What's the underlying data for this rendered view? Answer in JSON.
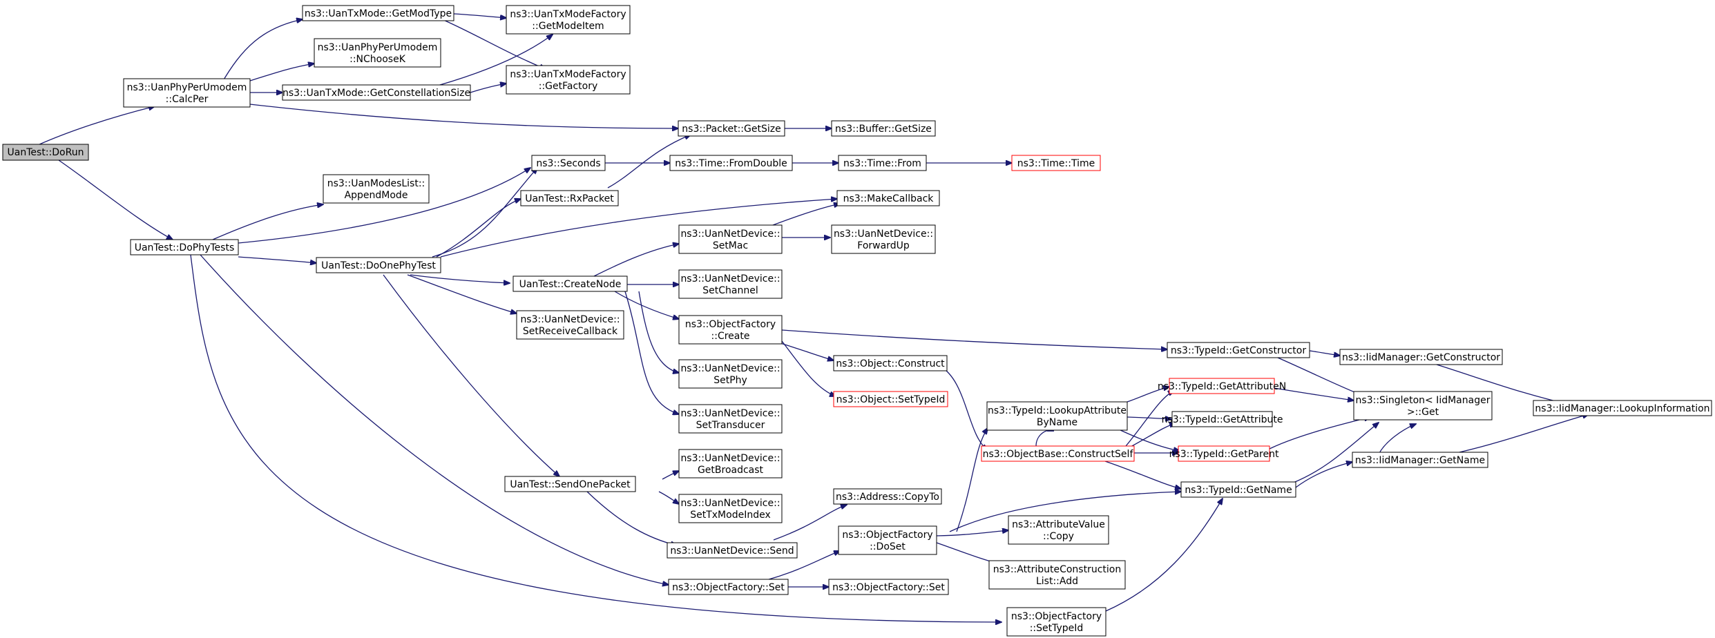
{
  "colors": {
    "edge": "#191970",
    "root_fill": "#bfbfbf",
    "node_border": "#000000",
    "truncated_border": "#ff0000"
  },
  "nodes": [
    {
      "id": "n_dorun",
      "lines": [
        "UanTest::DoRun"
      ],
      "root": true
    },
    {
      "id": "n_calcper",
      "lines": [
        "ns3::UanPhyPerUmodem",
        "::CalcPer"
      ]
    },
    {
      "id": "n_getmodtype",
      "lines": [
        "ns3::UanTxMode::GetModType"
      ]
    },
    {
      "id": "n_nchoosek",
      "lines": [
        "ns3::UanPhyPerUmodem",
        "::NChooseK"
      ]
    },
    {
      "id": "n_getconst",
      "lines": [
        "ns3::UanTxMode::GetConstellationSize"
      ]
    },
    {
      "id": "n_getmodeitem",
      "lines": [
        "ns3::UanTxModeFactory",
        "::GetModeItem"
      ]
    },
    {
      "id": "n_getfactory",
      "lines": [
        "ns3::UanTxModeFactory",
        "::GetFactory"
      ]
    },
    {
      "id": "n_pktgetsize",
      "lines": [
        "ns3::Packet::GetSize"
      ]
    },
    {
      "id": "n_bufgetsize",
      "lines": [
        "ns3::Buffer::GetSize"
      ]
    },
    {
      "id": "n_seconds",
      "lines": [
        "ns3::Seconds"
      ]
    },
    {
      "id": "n_fromdouble",
      "lines": [
        "ns3::Time::FromDouble"
      ]
    },
    {
      "id": "n_timefrom",
      "lines": [
        "ns3::Time::From"
      ]
    },
    {
      "id": "n_timetime",
      "lines": [
        "ns3::Time::Time"
      ],
      "truncated": true
    },
    {
      "id": "n_appendmode",
      "lines": [
        "ns3::UanModesList::",
        "AppendMode"
      ]
    },
    {
      "id": "n_rxpacket",
      "lines": [
        "UanTest::RxPacket"
      ]
    },
    {
      "id": "n_makecallback",
      "lines": [
        "ns3::MakeCallback"
      ]
    },
    {
      "id": "n_dophytests",
      "lines": [
        "UanTest::DoPhyTests"
      ]
    },
    {
      "id": "n_doonephytest",
      "lines": [
        "UanTest::DoOnePhyTest"
      ]
    },
    {
      "id": "n_setmac",
      "lines": [
        "ns3::UanNetDevice::",
        "SetMac"
      ]
    },
    {
      "id": "n_forwardup",
      "lines": [
        "ns3::UanNetDevice::",
        "ForwardUp"
      ]
    },
    {
      "id": "n_createnode",
      "lines": [
        "UanTest::CreateNode"
      ]
    },
    {
      "id": "n_setchannel",
      "lines": [
        "ns3::UanNetDevice::",
        "SetChannel"
      ]
    },
    {
      "id": "n_setrecvcb",
      "lines": [
        "ns3::UanNetDevice::",
        "SetReceiveCallback"
      ]
    },
    {
      "id": "n_ofcreate",
      "lines": [
        "ns3::ObjectFactory",
        "::Create"
      ]
    },
    {
      "id": "n_getconstructor",
      "lines": [
        "ns3::TypeId::GetConstructor"
      ]
    },
    {
      "id": "n_iidgetconstructor",
      "lines": [
        "ns3::IidManager::GetConstructor"
      ]
    },
    {
      "id": "n_objconstruct",
      "lines": [
        "ns3::Object::Construct"
      ]
    },
    {
      "id": "n_setphy",
      "lines": [
        "ns3::UanNetDevice::",
        "SetPhy"
      ]
    },
    {
      "id": "n_objsettypeid",
      "lines": [
        "ns3::Object::SetTypeId"
      ],
      "truncated": true
    },
    {
      "id": "n_getattributen",
      "lines": [
        "ns3::TypeId::GetAttributeN"
      ],
      "truncated": true
    },
    {
      "id": "n_singletonget",
      "lines": [
        "ns3::Singleton< IidManager",
        " >::Get"
      ]
    },
    {
      "id": "n_lookupinfo",
      "lines": [
        "ns3::IidManager::LookupInformation"
      ]
    },
    {
      "id": "n_lookupattr",
      "lines": [
        "ns3::TypeId::LookupAttribute",
        "ByName"
      ]
    },
    {
      "id": "n_settransducer",
      "lines": [
        "ns3::UanNetDevice::",
        "SetTransducer"
      ]
    },
    {
      "id": "n_getattribute",
      "lines": [
        "ns3::TypeId::GetAttribute"
      ]
    },
    {
      "id": "n_constructself",
      "lines": [
        "ns3::ObjectBase::ConstructSelf"
      ],
      "truncated": true
    },
    {
      "id": "n_getparent",
      "lines": [
        "ns3::TypeId::GetParent"
      ],
      "truncated": true
    },
    {
      "id": "n_iidgetname",
      "lines": [
        "ns3::IidManager::GetName"
      ]
    },
    {
      "id": "n_getbroadcast",
      "lines": [
        "ns3::UanNetDevice::",
        "GetBroadcast"
      ]
    },
    {
      "id": "n_sendonepacket",
      "lines": [
        "UanTest::SendOnePacket"
      ]
    },
    {
      "id": "n_typeidgetname",
      "lines": [
        "ns3::TypeId::GetName"
      ]
    },
    {
      "id": "n_copyto",
      "lines": [
        "ns3::Address::CopyTo"
      ]
    },
    {
      "id": "n_settxmodeindex",
      "lines": [
        "ns3::UanNetDevice::",
        "SetTxModeIndex"
      ]
    },
    {
      "id": "n_ofdoset",
      "lines": [
        "ns3::ObjectFactory",
        "::DoSet"
      ]
    },
    {
      "id": "n_attrcopy",
      "lines": [
        "ns3::AttributeValue",
        "::Copy"
      ]
    },
    {
      "id": "n_send",
      "lines": [
        "ns3::UanNetDevice::Send"
      ]
    },
    {
      "id": "n_attrlistadd",
      "lines": [
        "ns3::AttributeConstruction",
        "List::Add"
      ]
    },
    {
      "id": "n_ofset",
      "lines": [
        "ns3::ObjectFactory::Set"
      ]
    },
    {
      "id": "n_ofset2",
      "lines": [
        "ns3::ObjectFactory::Set"
      ]
    },
    {
      "id": "n_ofsettypeid",
      "lines": [
        "ns3::ObjectFactory",
        "::SetTypeId"
      ]
    }
  ]
}
